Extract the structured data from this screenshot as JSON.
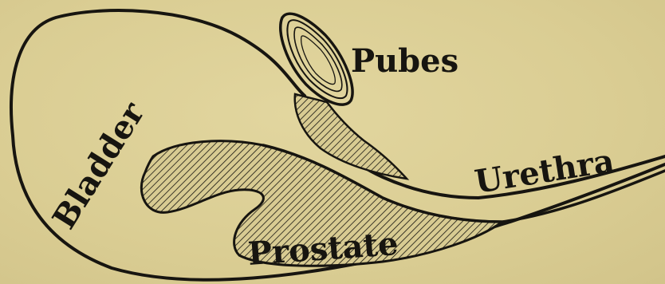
{
  "diagram": {
    "labels": {
      "pubes": "Pubes",
      "bladder": "Bladder",
      "urethra": "Urethra",
      "prostate": "Prostate"
    },
    "colors": {
      "paper": "#dccf95",
      "ink": "#171510"
    }
  }
}
